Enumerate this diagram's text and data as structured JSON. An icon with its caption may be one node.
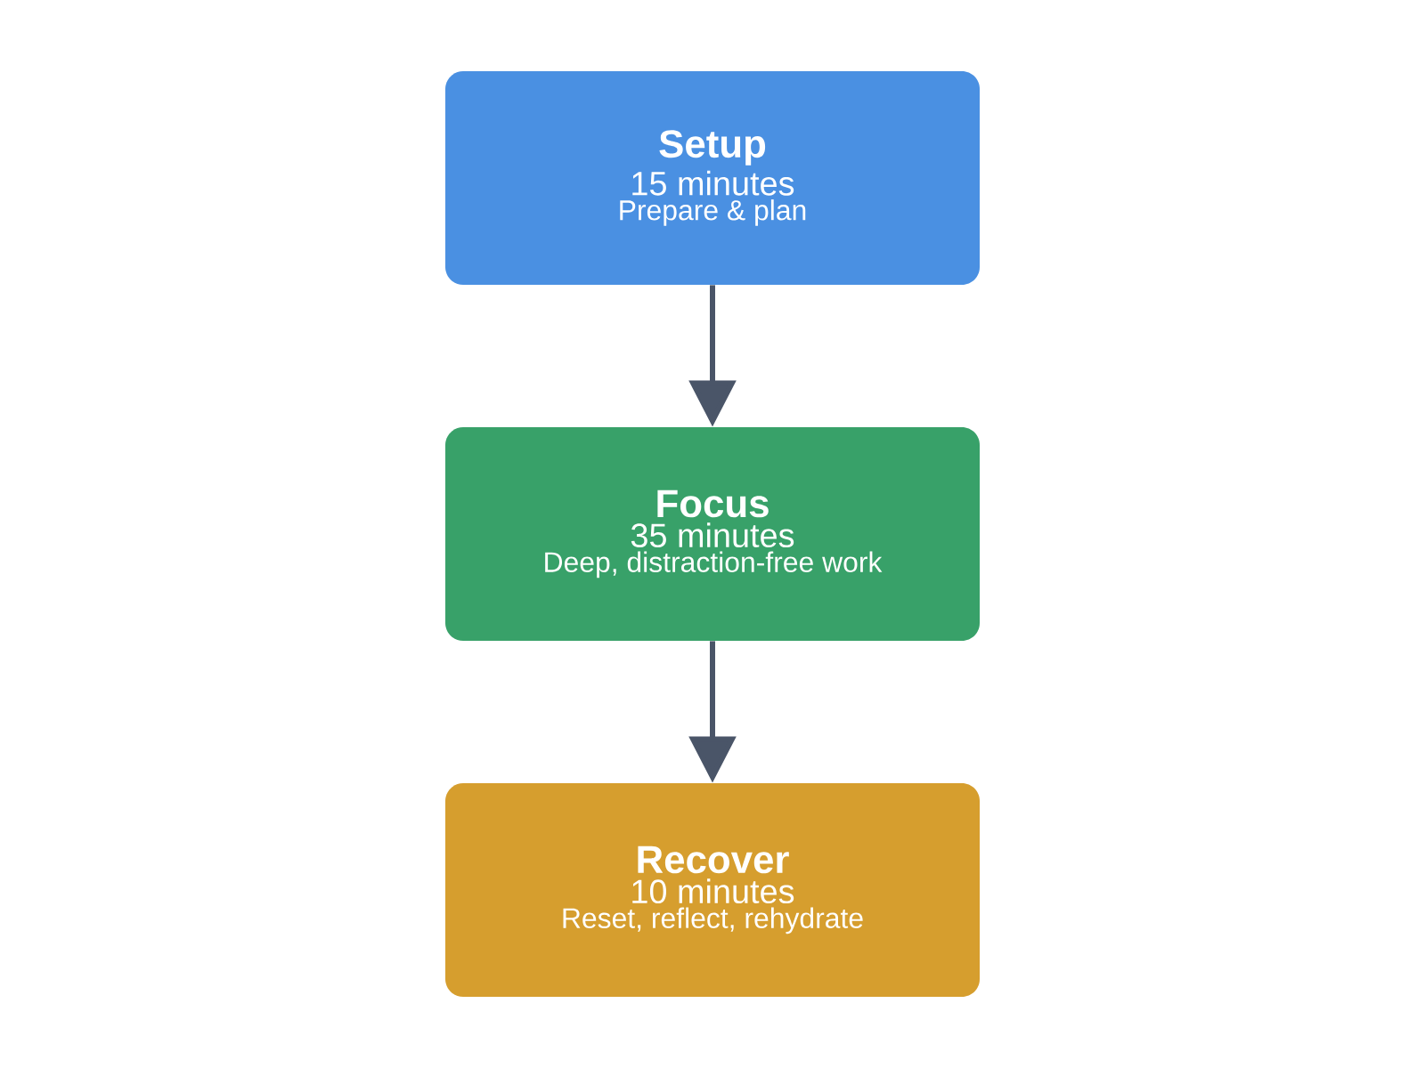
{
  "diagram": {
    "nodes": [
      {
        "text": [
          "Setup",
          "15 minutes",
          "Prepare & plan"
        ]
      },
      {
        "text": [
          "Focus",
          "35 minutes",
          "Deep, distraction-free work"
        ]
      },
      {
        "text": [
          "Recover",
          "10 minutes",
          "Reset, reflect, rehydrate"
        ]
      }
    ],
    "edges": [
      {
        "from": 0,
        "to": 1,
        "arrow": "to"
      },
      {
        "from": 1,
        "to": 2,
        "arrow": "to"
      }
    ]
  }
}
